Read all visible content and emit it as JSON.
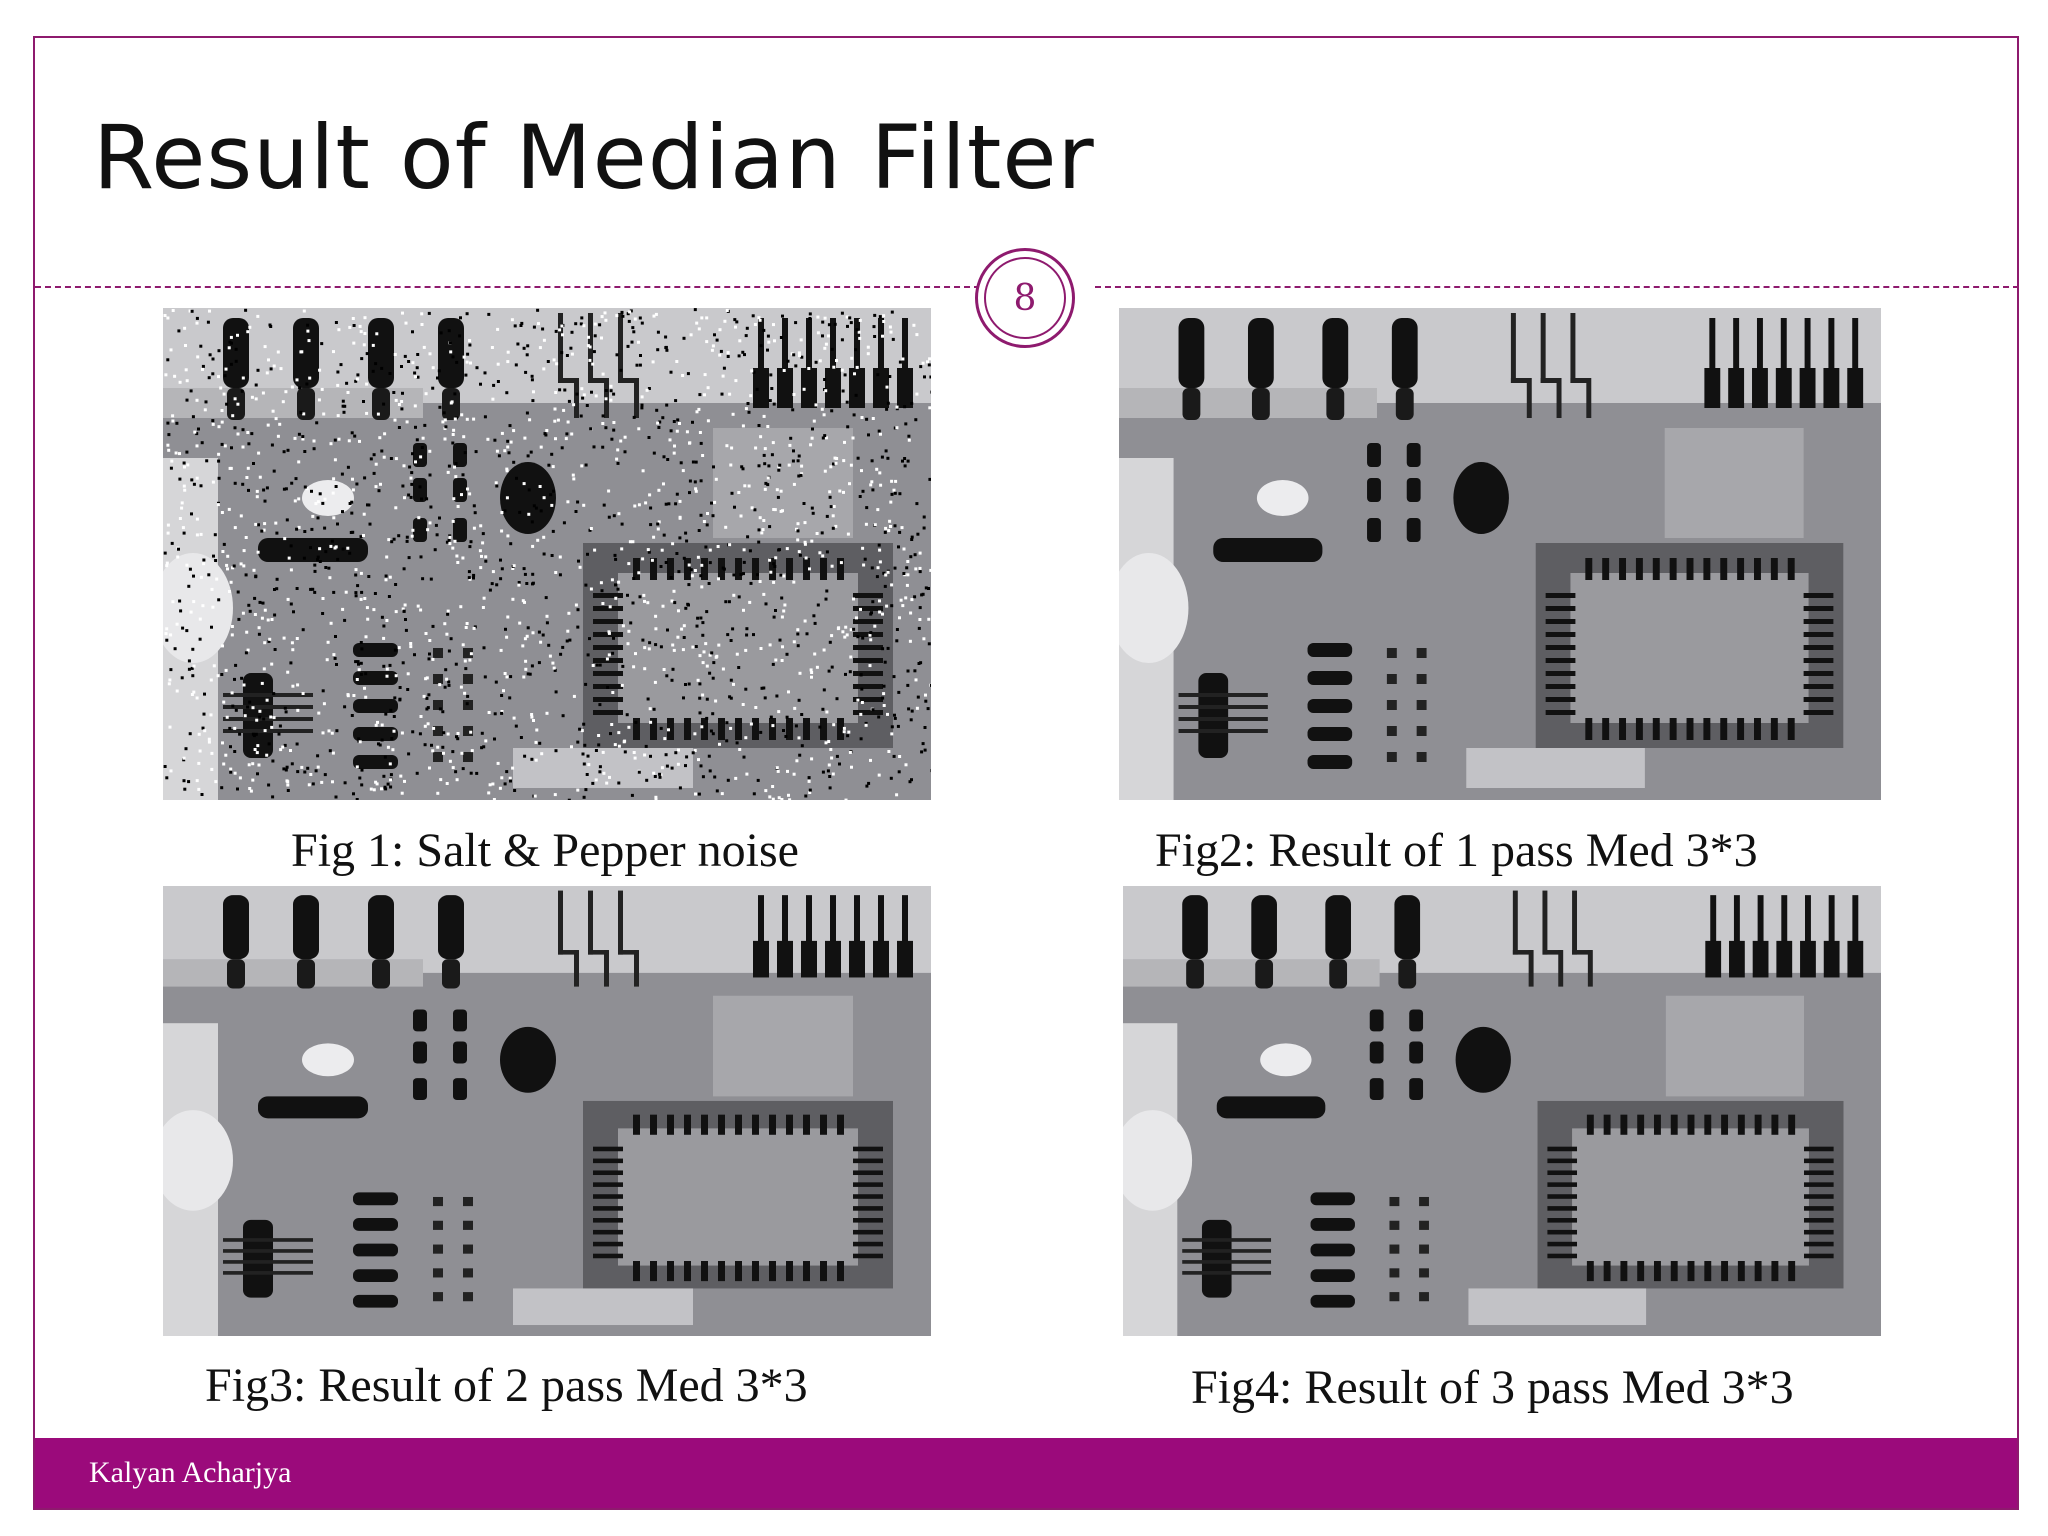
{
  "slide": {
    "title": "Result of Median Filter",
    "page_number": "8",
    "footer_author": "Kalyan Acharjya",
    "accent_color": "#9b0a7b"
  },
  "figures": [
    {
      "caption": "Fig 1: Salt & Pepper noise",
      "noisy": true
    },
    {
      "caption": "Fig2: Result of 1 pass Med 3*3",
      "noisy": false
    },
    {
      "caption": "Fig3: Result of 2 pass Med 3*3",
      "noisy": false
    },
    {
      "caption": "Fig4: Result of 3 pass Med 3*3",
      "noisy": false
    }
  ]
}
